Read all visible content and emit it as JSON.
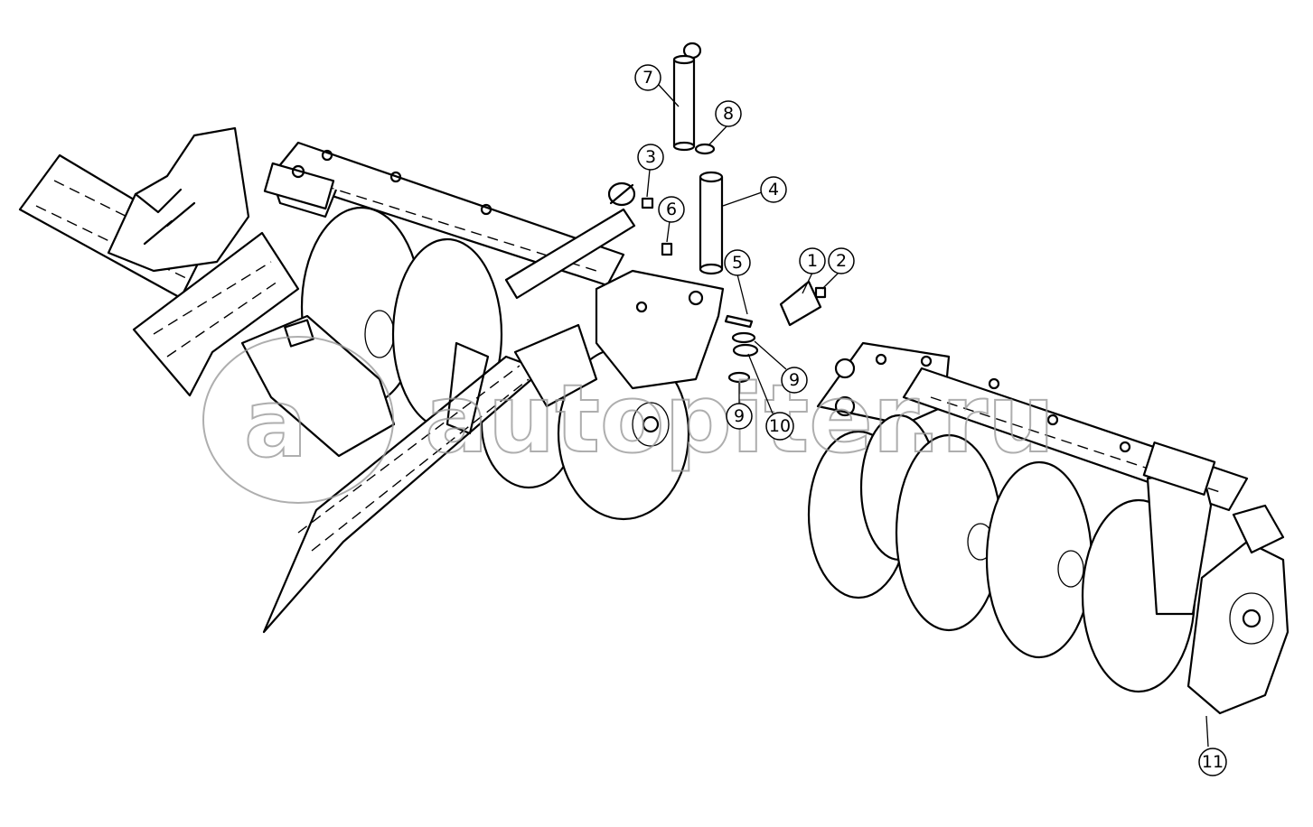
{
  "watermark": {
    "text": "autopiter.ru",
    "logo_text": "a"
  },
  "callouts": [
    {
      "id": "1",
      "label": "1"
    },
    {
      "id": "2",
      "label": "2"
    },
    {
      "id": "3",
      "label": "3"
    },
    {
      "id": "4",
      "label": "4"
    },
    {
      "id": "5",
      "label": "5"
    },
    {
      "id": "6",
      "label": "6"
    },
    {
      "id": "7",
      "label": "7"
    },
    {
      "id": "8",
      "label": "8"
    },
    {
      "id": "9a",
      "label": "9"
    },
    {
      "id": "9b",
      "label": "9"
    },
    {
      "id": "10",
      "label": "10"
    },
    {
      "id": "11",
      "label": "11"
    }
  ]
}
